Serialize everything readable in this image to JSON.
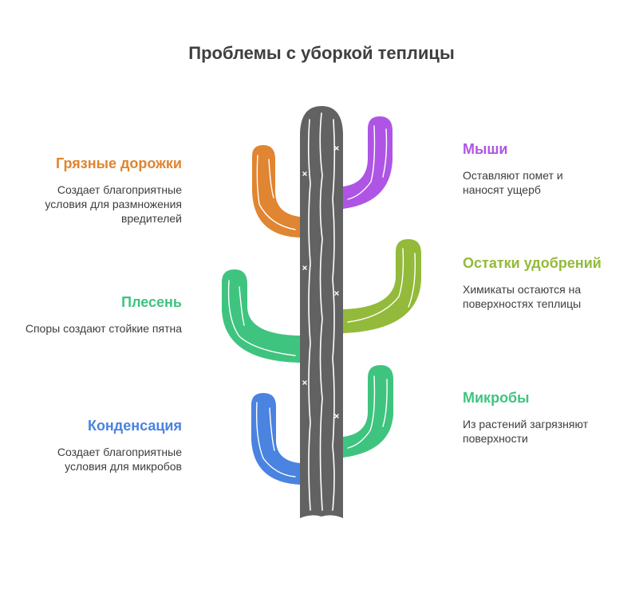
{
  "title": "Проблемы с уборкой теплицы",
  "colors": {
    "trunk": "#626262",
    "orange": "#e08531",
    "purple": "#ae55e6",
    "olive": "#93ba3a",
    "green": "#3fc47f",
    "blue": "#4a83e0"
  },
  "items": [
    {
      "side": "left",
      "color": "#e08531",
      "title": "Грязные дорожки",
      "desc": "Создает благоприятные условия для размножения вредителей"
    },
    {
      "side": "left",
      "color": "#3fc47f",
      "title": "Плесень",
      "desc": "Споры создают стойкие пятна"
    },
    {
      "side": "left",
      "color": "#4a83e0",
      "title": "Конденсация",
      "desc": "Создает благоприятные условия для микробов"
    },
    {
      "side": "right",
      "color": "#ae55e6",
      "title": "Мыши",
      "desc": "Оставляют помет и наносят ущерб"
    },
    {
      "side": "right",
      "color": "#93ba3a",
      "title": "Остатки удобрений",
      "desc": "Химикаты остаются на поверхностях теплицы"
    },
    {
      "side": "right",
      "color": "#3fc47f",
      "title": "Микробы",
      "desc": "Из растений загрязняют поверхности"
    }
  ]
}
